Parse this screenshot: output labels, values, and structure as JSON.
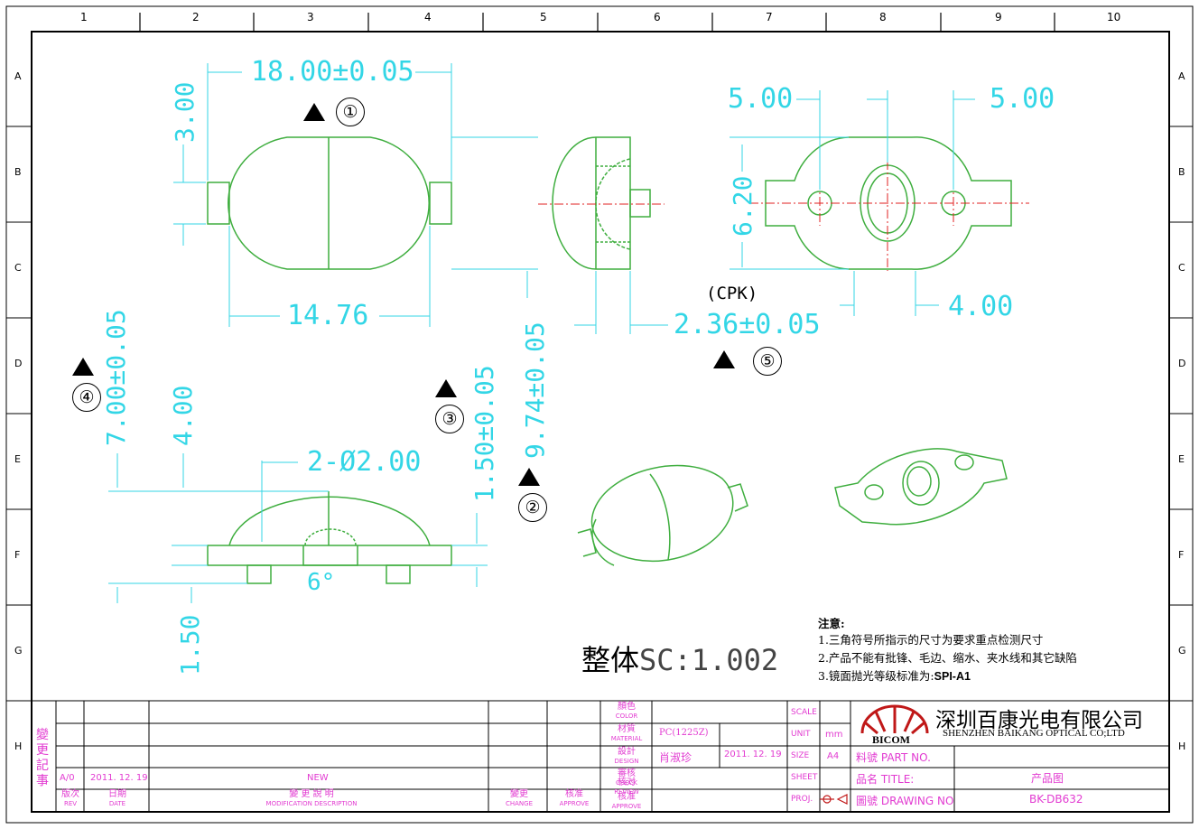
{
  "frame": {
    "columns": [
      "1",
      "2",
      "3",
      "4",
      "5",
      "6",
      "7",
      "8",
      "9",
      "10"
    ],
    "rows": [
      "A",
      "B",
      "C",
      "D",
      "E",
      "F",
      "G",
      "H"
    ]
  },
  "dimensions": {
    "top_width": "18.00±0.05",
    "top_height": "3.00",
    "bottom_width": "14.76",
    "side_height": "9.74±0.05",
    "side_depth": "2.36±0.05",
    "cpk_label": "(CPK)",
    "right_left": "5.00",
    "right_right": "5.00",
    "right_height": "6.20",
    "right_offset": "4.00",
    "front_h1": "7.00±0.05",
    "front_h2": "4.00",
    "front_hole": "2-Ø2.00",
    "front_h3": "1.50±0.05",
    "front_angle": "6°",
    "front_h4": "1.50"
  },
  "markers": {
    "m1": "①",
    "m2": "②",
    "m3": "③",
    "m4": "④",
    "m5": "⑤"
  },
  "scale_note": {
    "prefix": "整体",
    "value": "SC:1.002"
  },
  "notes": {
    "title": "注意:",
    "line1": "1.三角符号所指示的尺寸为要求重点检测尺寸",
    "line2": "2.产品不能有批锋、毛边、缩水、夹水线和其它缺陷",
    "line3_prefix": "3.镜面抛光等级标准为:",
    "line3_value": "SPI-A1"
  },
  "title_block": {
    "side_label": "變更記事",
    "rev_value": "A/0",
    "date_value": "2011. 12. 19",
    "desc_value": "NEW",
    "rev_label_cn": "版次",
    "rev_label_en": "REV",
    "date_label_cn": "日期",
    "date_label_en": "DATE",
    "desc_label_cn": "變 更 說 明",
    "desc_label_en": "MODIFICATION DESCRIPTION",
    "change_cn": "變更",
    "change_en": "CHANGE",
    "approve_cn": "核准",
    "approve_en": "APPROVE",
    "color_cn": "顏色",
    "color_en": "COLOR",
    "material_cn": "材質",
    "material_en": "MATERIAL",
    "material_value": "PC(1225Z)",
    "design_cn": "設計",
    "design_en": "DESIGN",
    "designer": "肖淑珍",
    "design_date": "2011. 12. 19",
    "check_cn": "審核",
    "check_en": "CHECK",
    "review_cn": "核对",
    "review_en": "REVIEW",
    "approve2_cn": "核准",
    "approve2_en": "APPROVE",
    "scale_label": "SCALE",
    "unit_label": "UNIT",
    "unit_value": "mm",
    "size_label": "SIZE",
    "size_value": "A4",
    "sheet_label": "SHEET",
    "proj_label": "PROJ.",
    "company_cn": "深圳百康光电有限公司",
    "company_en": "SHENZHEN BAIKANG OPTICAL CO;LTD",
    "logo_text": "BICOM",
    "part_no_cn": "料號",
    "part_no_en": "PART NO.",
    "title_cn": "品名",
    "title_en": "TITLE:",
    "title_value": "产品图",
    "drawing_cn": "圖號",
    "drawing_en": "DRAWING NO",
    "drawing_value": "BK-DB632"
  },
  "colors": {
    "outline": "#3fae3f",
    "dimension": "#33d6e6",
    "centerline": "#e02020",
    "titleblock": "#e23bd1"
  }
}
